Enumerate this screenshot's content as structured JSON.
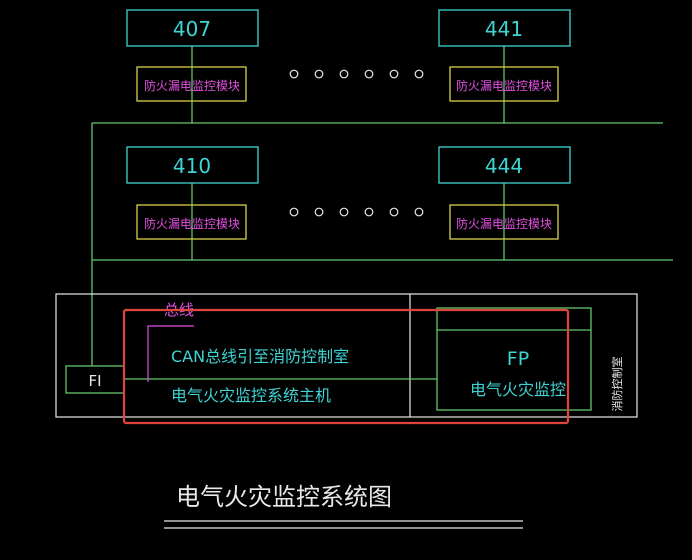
{
  "diagram": {
    "title": "电气火灾监控系统图",
    "rows": [
      {
        "left": {
          "room": "407",
          "module": "防火漏电监控模块"
        },
        "right": {
          "room": "441",
          "module": "防火漏电监控模块"
        }
      },
      {
        "left": {
          "room": "410",
          "module": "防火漏电监控模块"
        },
        "right": {
          "room": "444",
          "module": "防火漏电监控模块"
        }
      }
    ],
    "bus_label": "总线",
    "fi_label": "FI",
    "can_line1": "CAN总线引至消防控制室",
    "can_line2": "电气火灾监控系统主机",
    "fp_label": "FP",
    "fp_sub": "电气火灾监控",
    "room_label": "消防控制室",
    "colors": {
      "background": "#000000",
      "cyan": "#3fd3d3",
      "green": "#62c66a",
      "yellow": "#d8d24a",
      "magenta": "#e04fe0",
      "white": "#e8e8e8",
      "red": "#e0453c"
    }
  }
}
